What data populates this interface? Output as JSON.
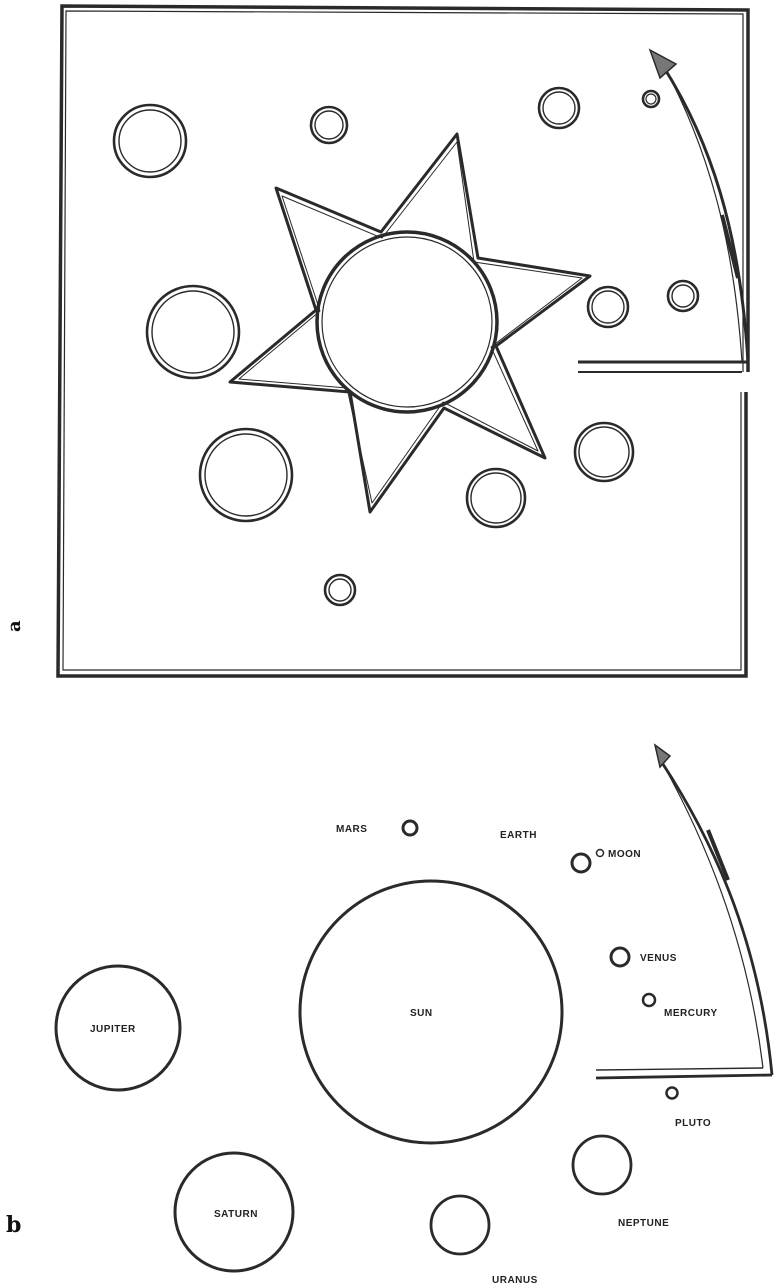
{
  "panel_a": {
    "label": "a"
  },
  "panel_b": {
    "label": "b",
    "bodies": {
      "sun": "SUN",
      "mercury": "MERCURY",
      "venus": "VENUS",
      "earth": "EARTH",
      "moon": "MOON",
      "mars": "MARS",
      "jupiter": "JUPITER",
      "saturn": "SATURN",
      "uranus": "URANUS",
      "neptune": "NEPTUNE",
      "pluto": "PLUTO"
    }
  }
}
